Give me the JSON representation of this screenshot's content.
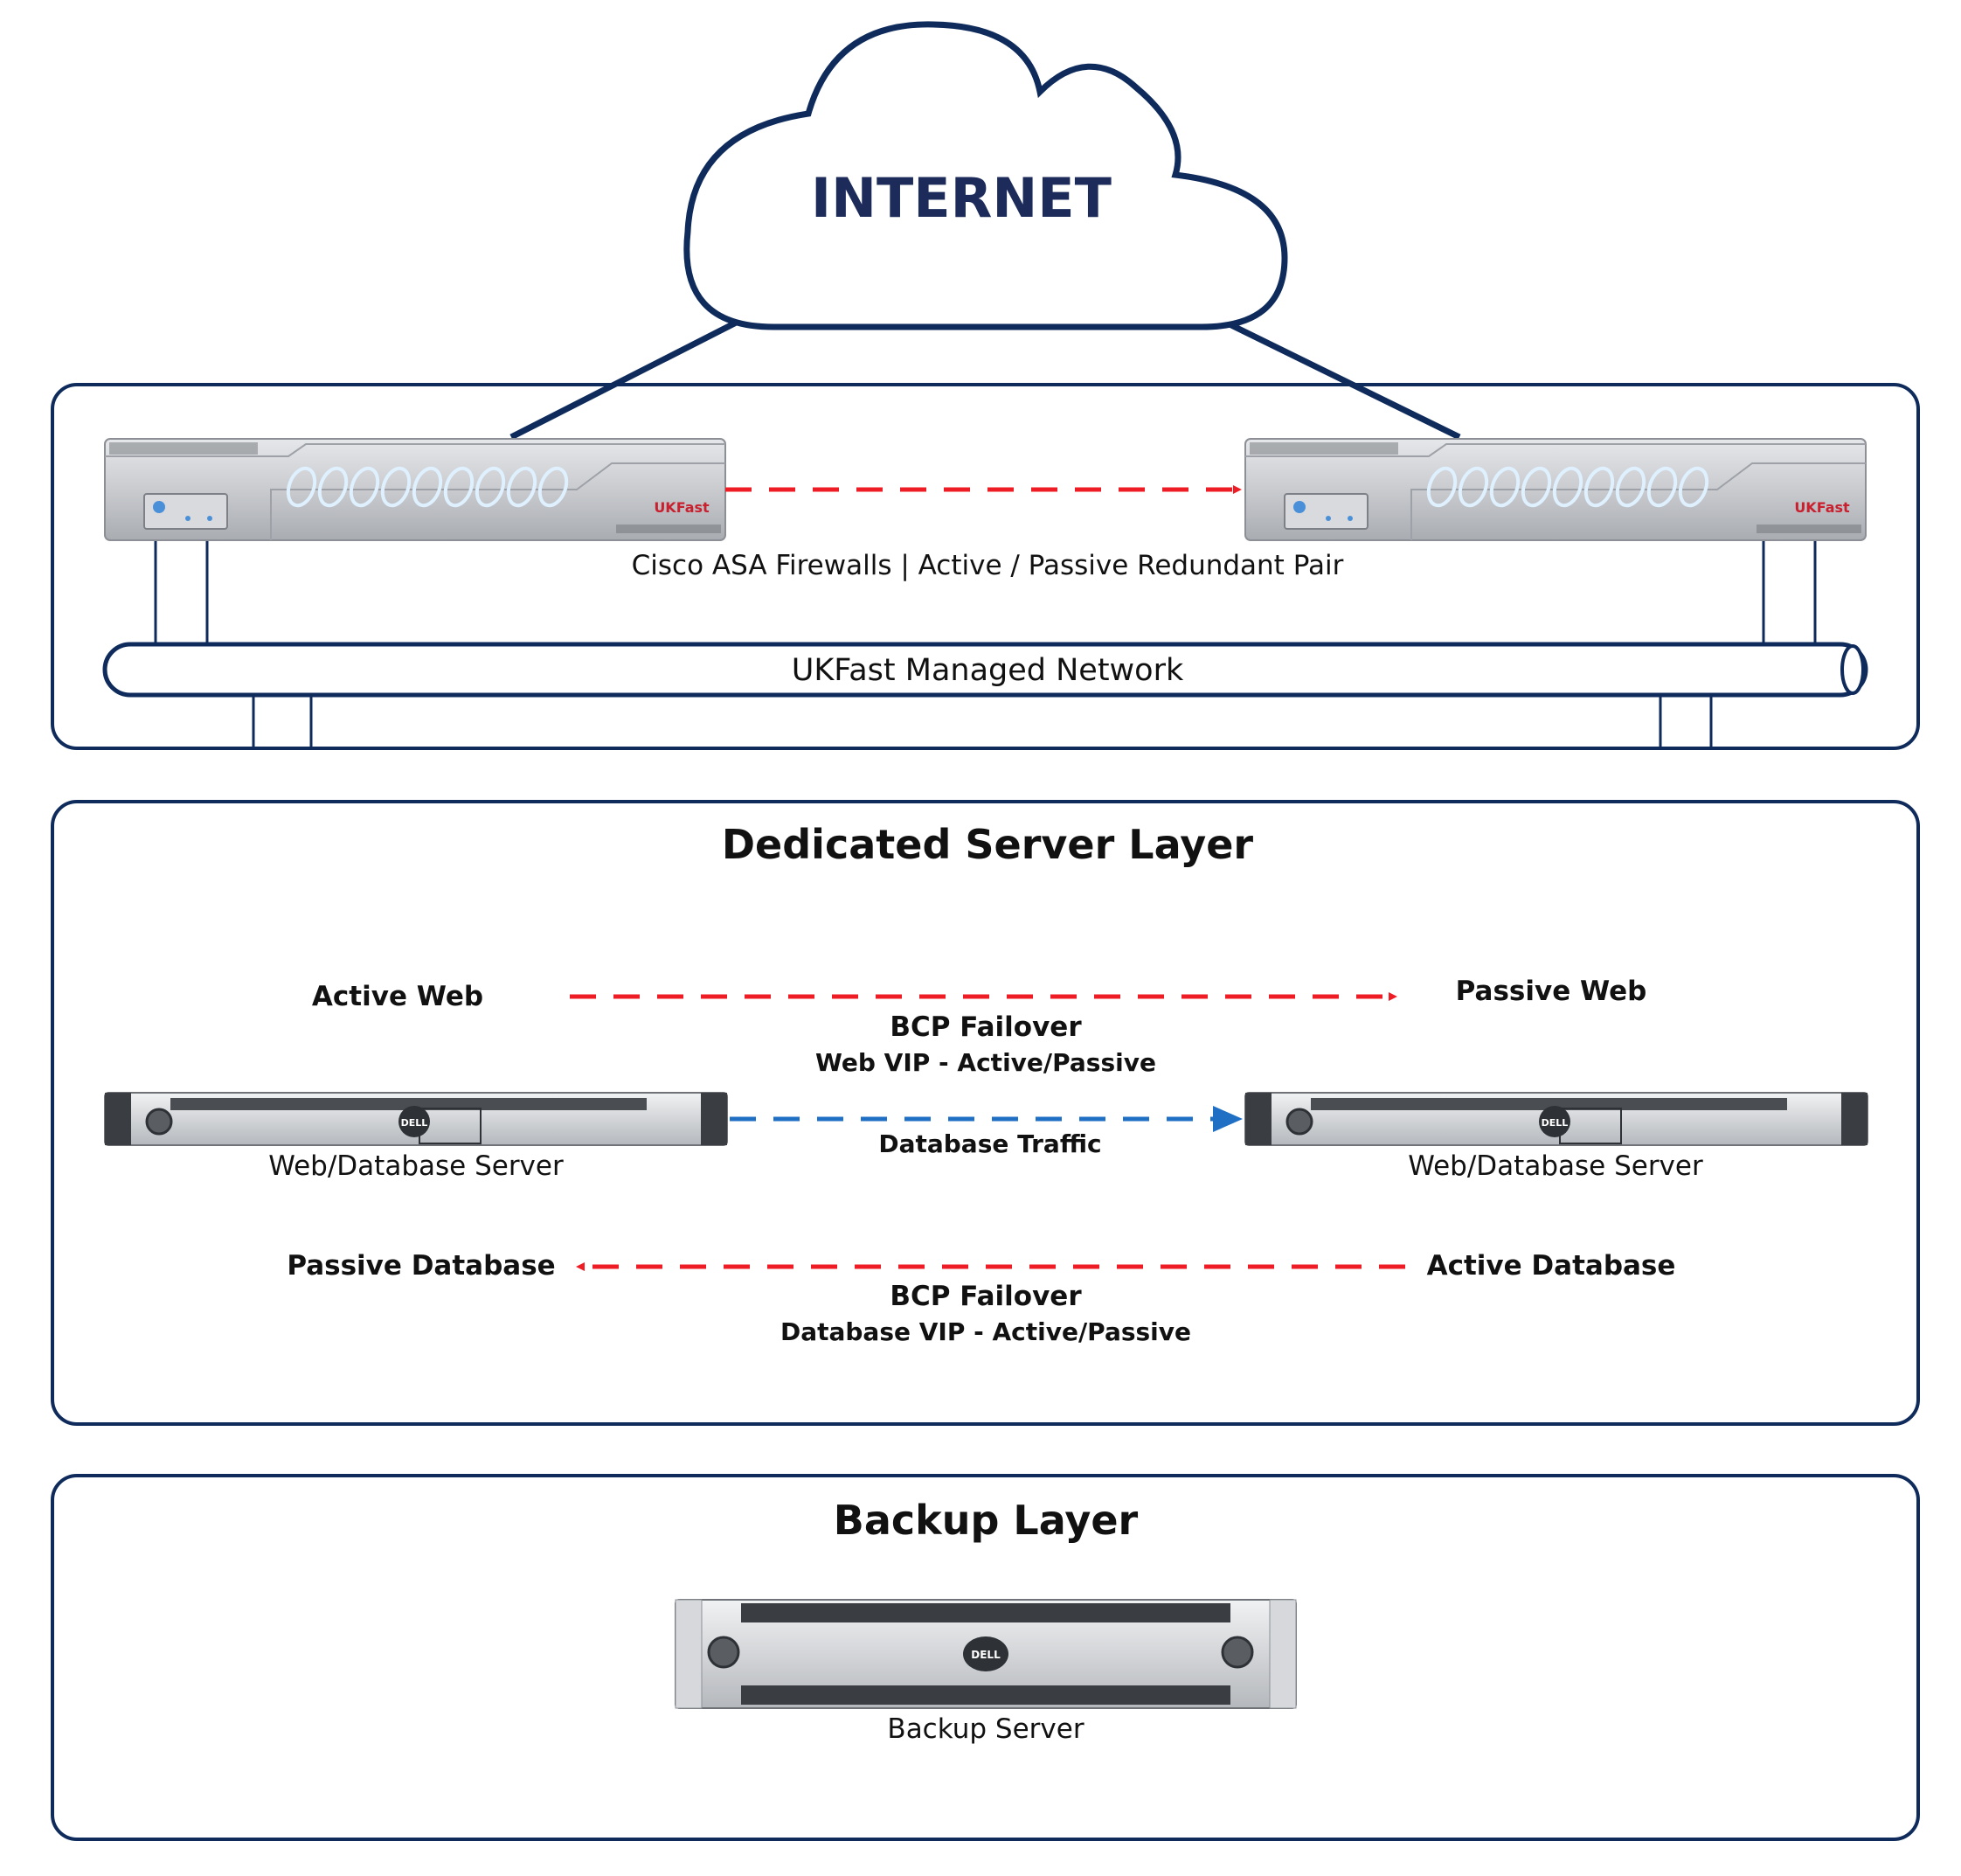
{
  "cloud": {
    "label": "INTERNET"
  },
  "firewall_layer": {
    "caption": "Cisco ASA Firewalls | Active / Passive Redundant Pair",
    "network_label": "UKFast Managed Network",
    "brand_logo": "UKFast"
  },
  "server_layer": {
    "title": "Dedicated Server Layer",
    "active_web": "Active Web",
    "passive_web": "Passive Web",
    "web_failover_title": "BCP Failover",
    "web_failover_sub": "Web VIP - Active/Passive",
    "left_server": "Web/Database Server",
    "right_server": "Web/Database Server",
    "db_traffic": "Database Traffic",
    "passive_db": "Passive Database",
    "active_db": "Active Database",
    "db_failover_title": "BCP Failover",
    "db_failover_sub": "Database VIP - Active/Passive",
    "server_brand": "DELL"
  },
  "backup_layer": {
    "title": "Backup Layer",
    "server": "Backup Server"
  },
  "colors": {
    "navy": "#0f2b5c",
    "failover_red": "#ee1c24",
    "traffic_blue": "#1f6fc4"
  }
}
